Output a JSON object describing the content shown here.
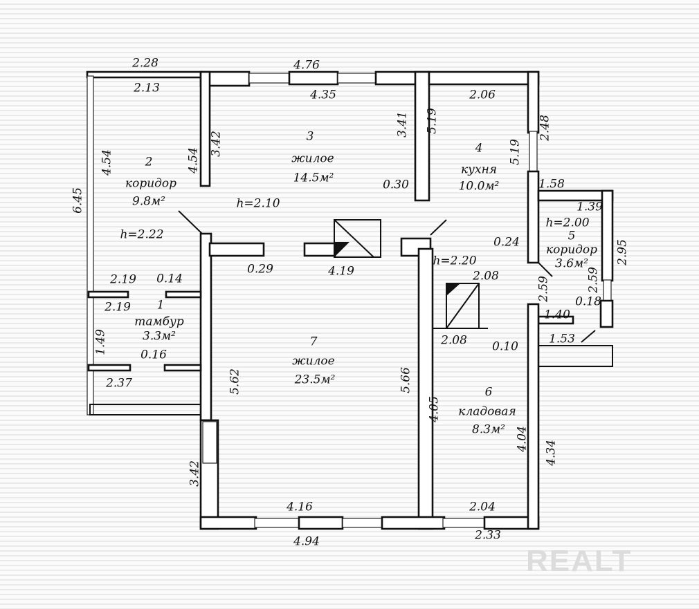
{
  "watermark": "REALT",
  "rooms": [
    {
      "number": "1",
      "name": "тамбур",
      "area": "3.3м²"
    },
    {
      "number": "2",
      "name": "коридор",
      "area": "9.8м²"
    },
    {
      "number": "3",
      "name": "жилое",
      "area": "14.5м²"
    },
    {
      "number": "4",
      "name": "кухня",
      "area": "10.0м²"
    },
    {
      "number": "5",
      "name": "коридор",
      "area": "3.6м²"
    },
    {
      "number": "6",
      "name": "кладовая",
      "area": "8.3м²"
    },
    {
      "number": "7",
      "name": "жилое",
      "area": "23.5м²"
    }
  ],
  "heights": [
    "h=2.10",
    "h=2.22",
    "h=2.00",
    "h=2.20"
  ],
  "dims_h": [
    "2.28",
    "2.13",
    "4.76",
    "4.35",
    "2.06",
    "1.58",
    "1.39",
    "0.30",
    "0.24",
    "0.29",
    "4.19",
    "2.08",
    "2.08",
    "0.10",
    "2.19",
    "0.14",
    "2.19",
    "1.40",
    "0.18",
    "1.53",
    "0.16",
    "2.37",
    "4.16",
    "4.94",
    "2.04",
    "2.33"
  ],
  "dims_v": [
    "6.45",
    "4.54",
    "4.54",
    "3.42",
    "3.41",
    "5.19",
    "5.19",
    "2.48",
    "2.95",
    "2.59",
    "2.59",
    "1.49",
    "5.62",
    "5.66",
    "4.05",
    "4.04",
    "4.34",
    "3.42"
  ]
}
